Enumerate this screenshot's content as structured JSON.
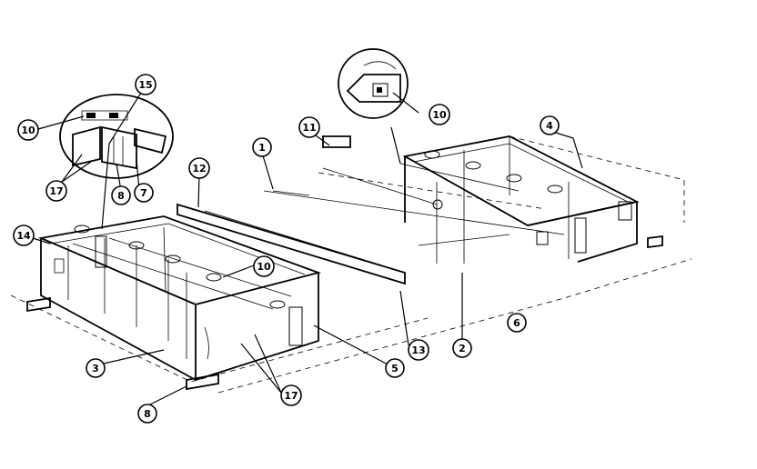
{
  "diagram": {
    "callouts": [
      {
        "id": "c1",
        "label": "1"
      },
      {
        "id": "c2",
        "label": "2"
      },
      {
        "id": "c3",
        "label": "3"
      },
      {
        "id": "c4",
        "label": "4"
      },
      {
        "id": "c5",
        "label": "5"
      },
      {
        "id": "c6",
        "label": "6"
      },
      {
        "id": "c7",
        "label": "7"
      },
      {
        "id": "c8a",
        "label": "8"
      },
      {
        "id": "c8b",
        "label": "8"
      },
      {
        "id": "c10a",
        "label": "10"
      },
      {
        "id": "c10b",
        "label": "10"
      },
      {
        "id": "c10c",
        "label": "10"
      },
      {
        "id": "c11",
        "label": "11"
      },
      {
        "id": "c12",
        "label": "12"
      },
      {
        "id": "c13",
        "label": "13"
      },
      {
        "id": "c14",
        "label": "14"
      },
      {
        "id": "c15",
        "label": "15"
      },
      {
        "id": "c17a",
        "label": "17"
      },
      {
        "id": "c17b",
        "label": "17"
      }
    ]
  }
}
